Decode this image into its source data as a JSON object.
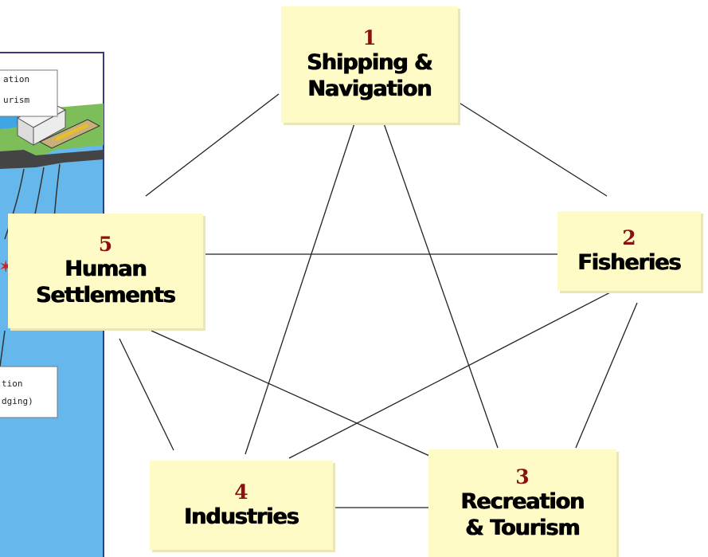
{
  "left_figure": {
    "label_top_1": "ation",
    "label_top_2": "urism",
    "label_bottom_1": "tion",
    "label_bottom_2": "dging)"
  },
  "nodes": [
    {
      "number": "1",
      "line1": "Shipping &",
      "line2": "Navigation"
    },
    {
      "number": "2",
      "line1": "Fisheries",
      "line2": ""
    },
    {
      "number": "3",
      "line1": "Recreation",
      "line2": "& Tourism"
    },
    {
      "number": "4",
      "line1": "Industries",
      "line2": ""
    },
    {
      "number": "5",
      "line1": "Human",
      "line2": "Settlements"
    }
  ],
  "colors": {
    "node_fill": "#fffbc7",
    "number": "#8b1010",
    "line": "#222222",
    "water": "#66b8ec"
  }
}
